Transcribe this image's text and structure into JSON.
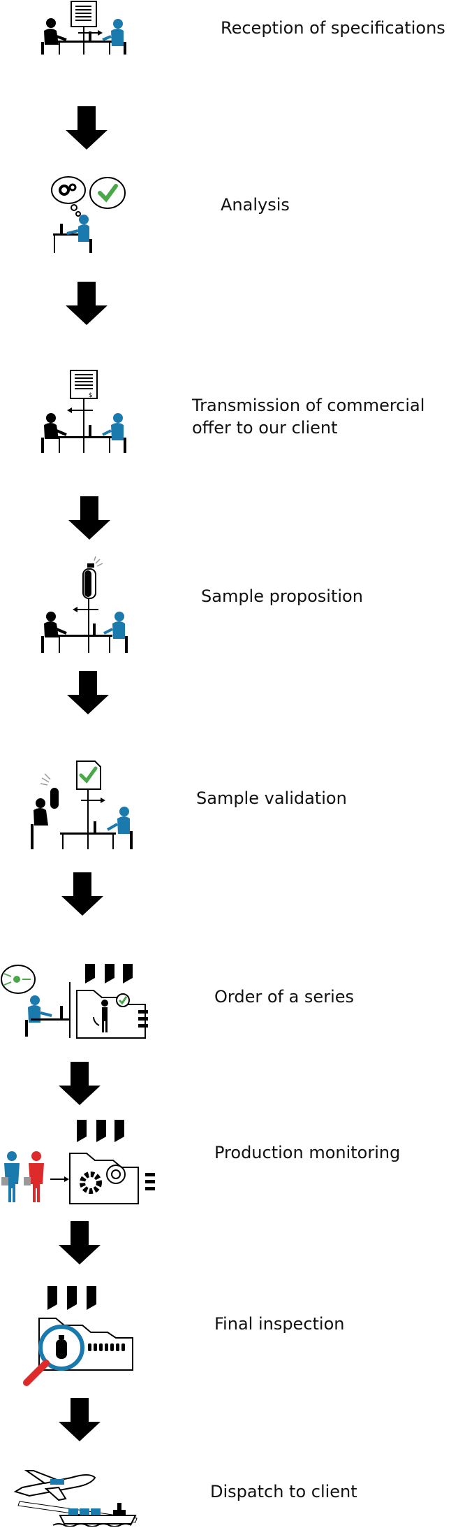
{
  "colors": {
    "black": "#000000",
    "client_blue": "#1a79ad",
    "check_green": "#4aa84a",
    "alert_red": "#dd2a2a",
    "gray": "#999999"
  },
  "steps": [
    {
      "label": "Reception of specifications",
      "icon": "specification-exchange-icon"
    },
    {
      "label": "Analysis",
      "icon": "analysis-thought-icon"
    },
    {
      "label": "Transmission of commercial\noffer to our client",
      "icon": "commercial-offer-icon"
    },
    {
      "label": "Sample proposition",
      "icon": "sample-proposition-icon"
    },
    {
      "label": "Sample validation",
      "icon": "sample-validation-icon"
    },
    {
      "label": "Order of a series",
      "icon": "series-order-factory-icon"
    },
    {
      "label": "Production monitoring",
      "icon": "production-monitoring-icon"
    },
    {
      "label": "Final inspection",
      "icon": "final-inspection-icon"
    },
    {
      "label": "Dispatch to client",
      "icon": "dispatch-plane-ship-icon"
    }
  ]
}
